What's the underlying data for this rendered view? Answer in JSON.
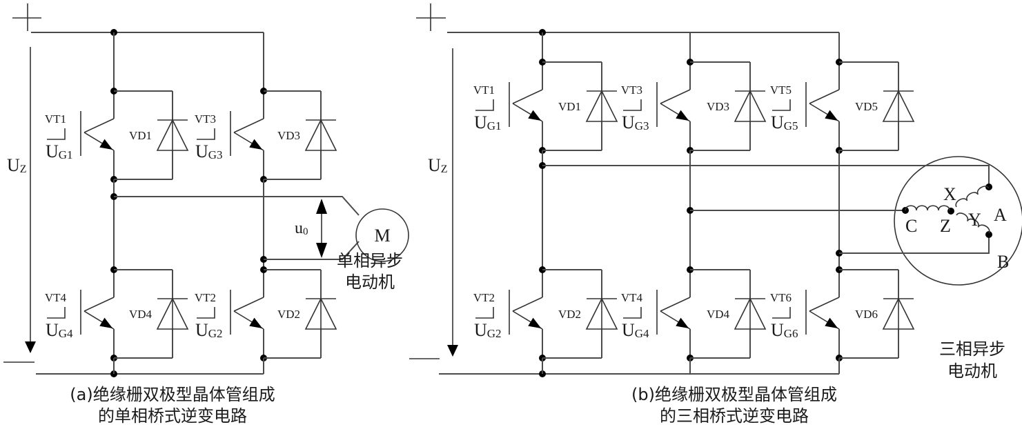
{
  "figure_a": {
    "caption_line1": "(a)绝缘栅双极型晶体管组成",
    "caption_line2": "的单相桥式逆变电路",
    "supply": {
      "plus": "+",
      "minus": "—",
      "voltage_label": "U",
      "voltage_sub": "Z"
    },
    "output_voltage": {
      "label": "u",
      "sub": "0"
    },
    "motor": {
      "symbol": "M",
      "name_line1": "单相异步",
      "name_line2": "电动机"
    },
    "legs": [
      {
        "upper": {
          "transistor": "VT1",
          "gate": "U",
          "gate_sub": "G1",
          "diode": "VD1"
        },
        "lower": {
          "transistor": "VT4",
          "gate": "U",
          "gate_sub": "G4",
          "diode": "VD4"
        }
      },
      {
        "upper": {
          "transistor": "VT3",
          "gate": "U",
          "gate_sub": "G3",
          "diode": "VD3"
        },
        "lower": {
          "transistor": "VT2",
          "gate": "U",
          "gate_sub": "G2",
          "diode": "VD2"
        }
      }
    ]
  },
  "figure_b": {
    "caption_line1": "(b)绝缘栅双极型晶体管组成",
    "caption_line2": "的三相桥式逆变电路",
    "supply": {
      "plus": "+",
      "minus": "—",
      "voltage_label": "U",
      "voltage_sub": "Z"
    },
    "motor": {
      "name_line1": "三相异步",
      "name_line2": "电动机",
      "terminals": [
        "A",
        "B",
        "C",
        "X",
        "Y",
        "Z"
      ]
    },
    "legs": [
      {
        "upper": {
          "transistor": "VT1",
          "gate": "U",
          "gate_sub": "G1",
          "diode": "VD1"
        },
        "lower": {
          "transistor": "VT2",
          "gate": "U",
          "gate_sub": "G2",
          "diode": "VD2"
        }
      },
      {
        "upper": {
          "transistor": "VT3",
          "gate": "U",
          "gate_sub": "G3",
          "diode": "VD3"
        },
        "lower": {
          "transistor": "VT4",
          "gate": "U",
          "gate_sub": "G4",
          "diode": "VD4"
        }
      },
      {
        "upper": {
          "transistor": "VT5",
          "gate": "U",
          "gate_sub": "G5",
          "diode": "VD5"
        },
        "lower": {
          "transistor": "VT6",
          "gate": "U",
          "gate_sub": "G6",
          "diode": "VD6"
        }
      }
    ]
  }
}
